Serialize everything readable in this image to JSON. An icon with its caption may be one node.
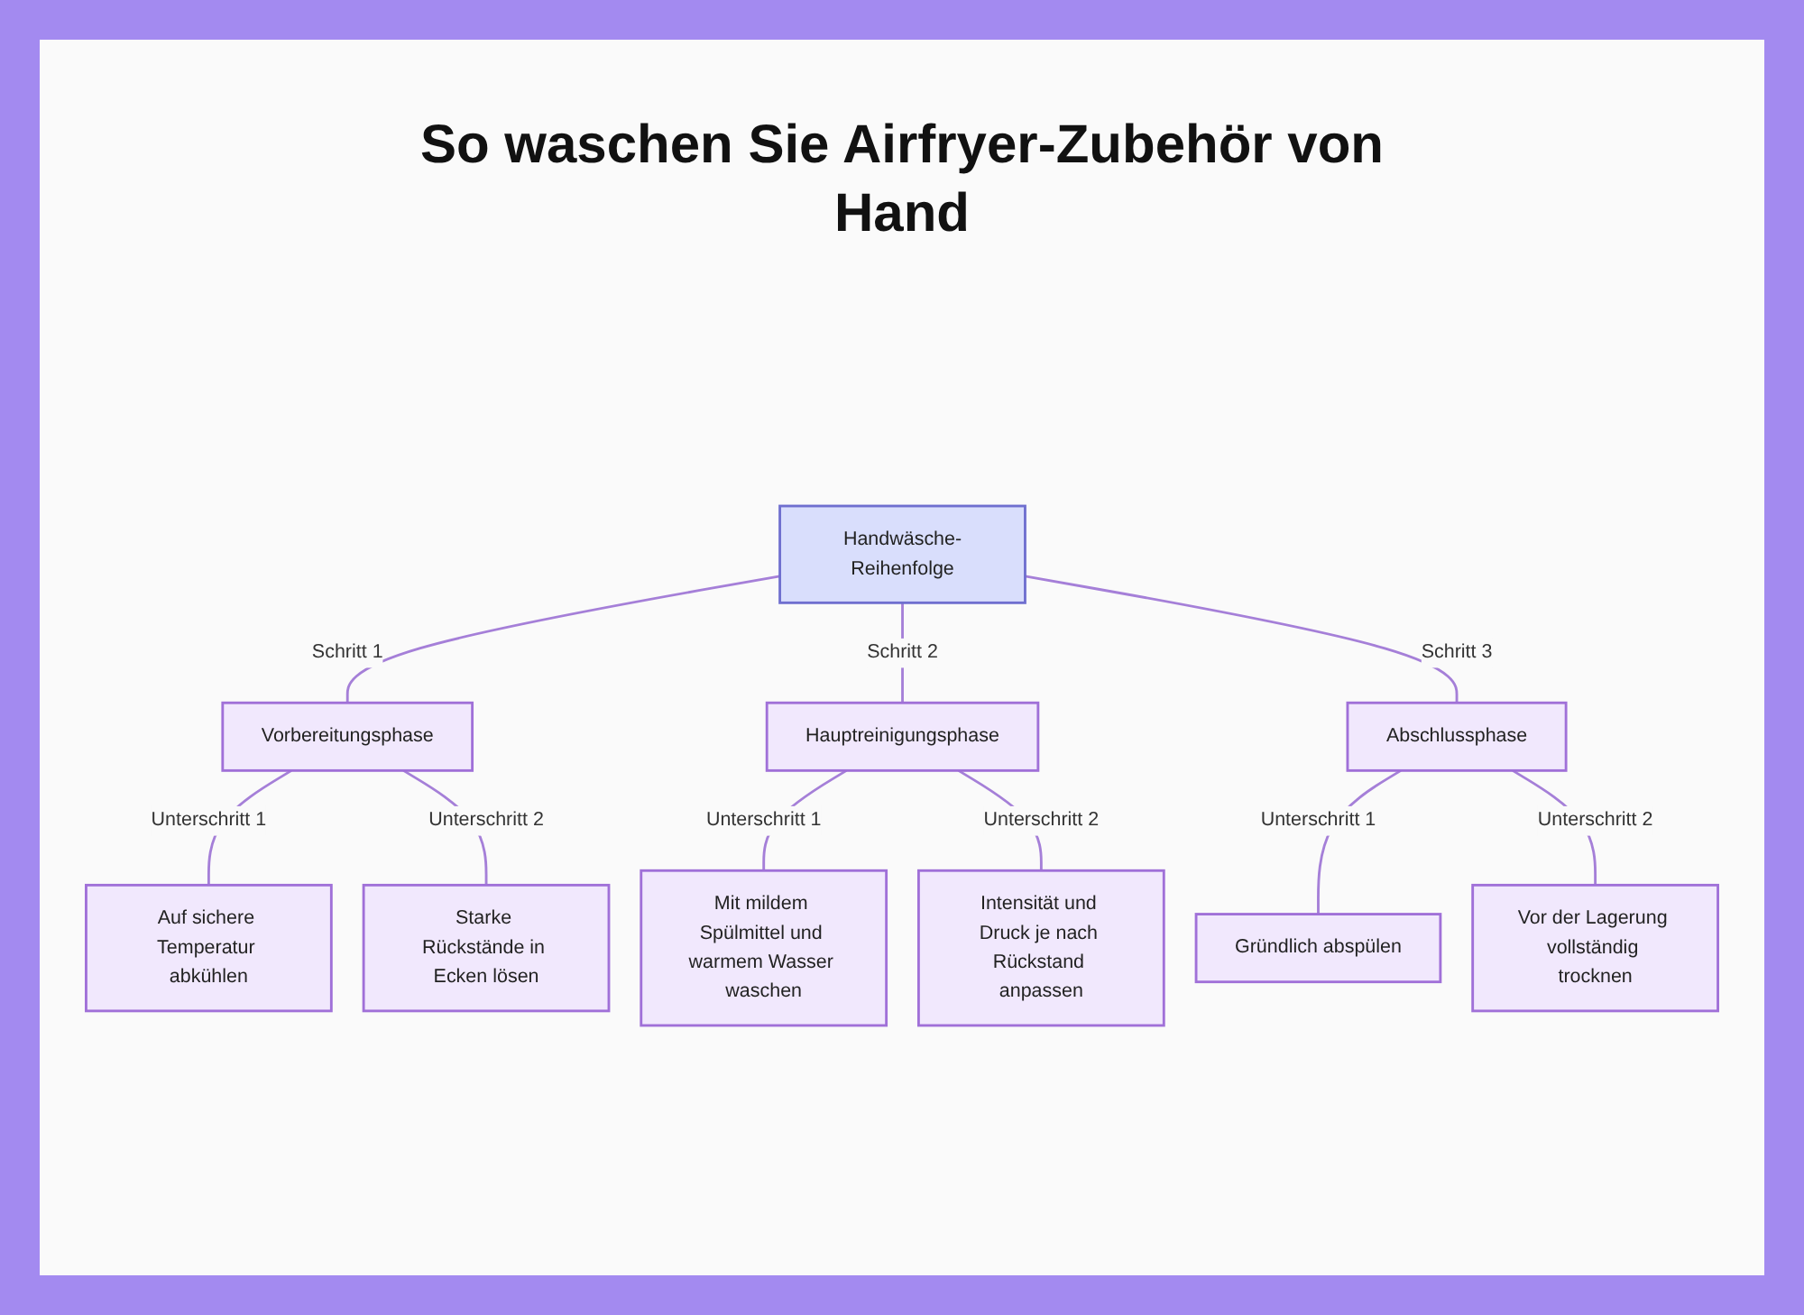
{
  "diagram": {
    "title": "So waschen Sie Airfryer-Zubehör von Hand",
    "nodes": [
      {
        "text": [
          "Handwäsche-Reihenfolge"
        ]
      },
      {
        "text": [
          "Vorbereitungsphase"
        ]
      },
      {
        "text": [
          "Hauptreinigungsphase"
        ]
      },
      {
        "text": [
          "Abschlussphase"
        ]
      },
      {
        "text": [
          "Auf sichere Temperatur abkühlen"
        ]
      },
      {
        "text": [
          "Starke Rückstände in Ecken lösen"
        ]
      },
      {
        "text": [
          "Mit mildem Spülmittel und warmem Wasser waschen"
        ]
      },
      {
        "text": [
          "Intensität und Druck je nach Rückstand anpassen"
        ]
      },
      {
        "text": [
          "Gründlich abspülen"
        ]
      },
      {
        "text": [
          "Vor der Lagerung vollständig trocknen"
        ]
      }
    ],
    "edges": [
      {
        "from": 0,
        "to": 1,
        "arrow": "none",
        "label": "Schritt 1"
      },
      {
        "from": 0,
        "to": 2,
        "arrow": "none",
        "label": "Schritt 2"
      },
      {
        "from": 0,
        "to": 3,
        "arrow": "none",
        "label": "Schritt 3"
      },
      {
        "from": 1,
        "to": 4,
        "arrow": "none",
        "label": "Unterschritt 1"
      },
      {
        "from": 1,
        "to": 5,
        "arrow": "none",
        "label": "Unterschritt 2"
      },
      {
        "from": 2,
        "to": 6,
        "arrow": "none",
        "label": "Unterschritt 1"
      },
      {
        "from": 2,
        "to": 7,
        "arrow": "none",
        "label": "Unterschritt 2"
      },
      {
        "from": 3,
        "to": 8,
        "arrow": "none",
        "label": "Unterschritt 1"
      },
      {
        "from": 3,
        "to": 9,
        "arrow": "none",
        "label": "Unterschritt 2"
      }
    ]
  }
}
